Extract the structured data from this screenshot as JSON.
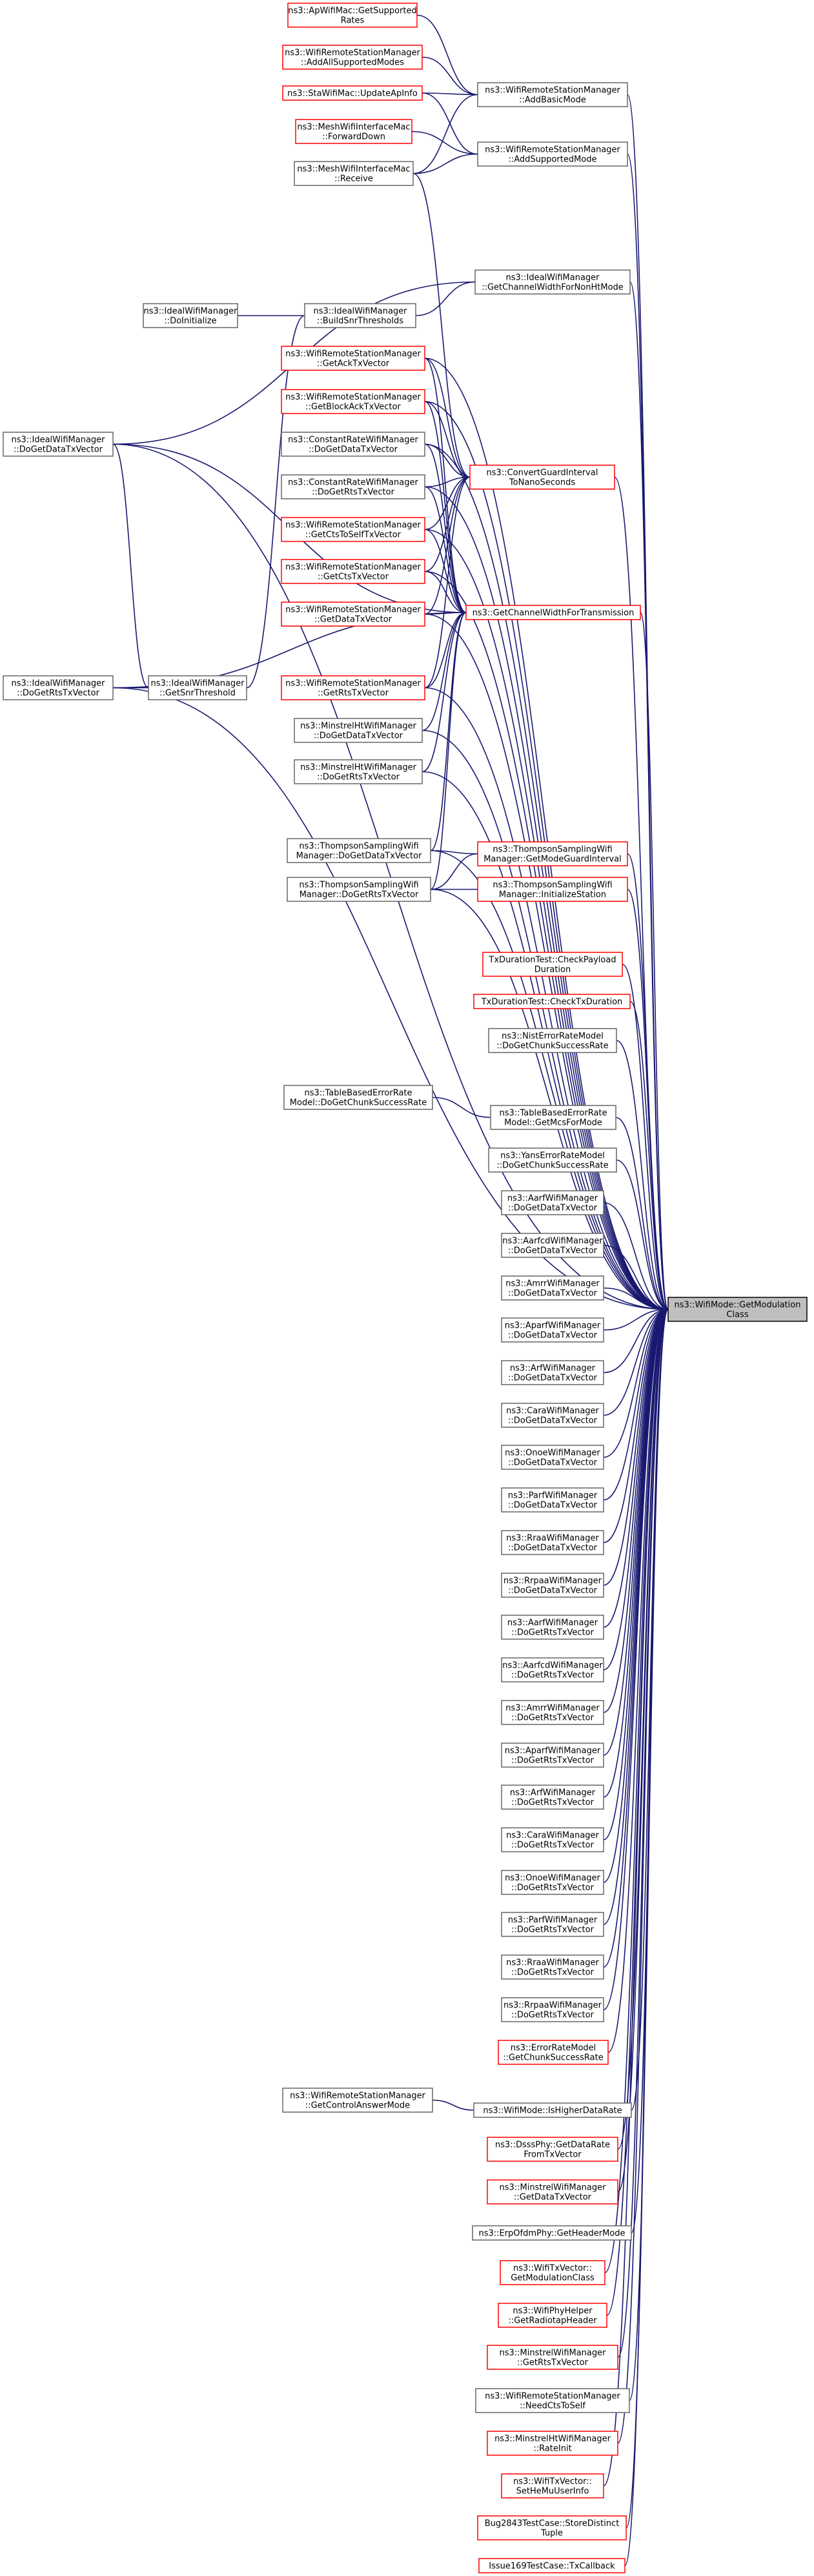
{
  "diagram": {
    "type": "call-graph",
    "target": "n_target",
    "colors": {
      "edge": "#191970",
      "normal_border": "#666666",
      "truncated_border": "#ff0000",
      "target_fill": "#bfbfbf"
    },
    "nodes": [
      {
        "id": "n_target",
        "lines": [
          "ns3::WifiMode::GetModulation",
          "Class"
        ],
        "style": "target"
      },
      {
        "id": "n1",
        "lines": [
          "ns3::ApWifiMac::GetSupported",
          "Rates"
        ],
        "style": "red"
      },
      {
        "id": "n2",
        "lines": [
          "ns3::WifiRemoteStationManager",
          "::AddAllSupportedModes"
        ],
        "style": "red"
      },
      {
        "id": "n3",
        "lines": [
          "ns3::StaWifiMac::UpdateApInfo"
        ],
        "style": "red"
      },
      {
        "id": "n4",
        "lines": [
          "ns3::MeshWifiInterfaceMac",
          "::ForwardDown"
        ],
        "style": "red"
      },
      {
        "id": "n5",
        "lines": [
          "ns3::MeshWifiInterfaceMac",
          "::Receive"
        ],
        "style": "normal"
      },
      {
        "id": "n6",
        "lines": [
          "ns3::WifiRemoteStationManager",
          "::AddBasicMode"
        ],
        "style": "normal"
      },
      {
        "id": "n7",
        "lines": [
          "ns3::WifiRemoteStationManager",
          "::AddSupportedMode"
        ],
        "style": "normal"
      },
      {
        "id": "n8",
        "lines": [
          "ns3::IdealWifiManager",
          "::GetChannelWidthForNonHtMode"
        ],
        "style": "normal"
      },
      {
        "id": "n9",
        "lines": [
          "ns3::IdealWifiManager",
          "::DoInitialize"
        ],
        "style": "normal"
      },
      {
        "id": "n10",
        "lines": [
          "ns3::IdealWifiManager",
          "::BuildSnrThresholds"
        ],
        "style": "normal"
      },
      {
        "id": "n11",
        "lines": [
          "ns3::WifiRemoteStationManager",
          "::GetAckTxVector"
        ],
        "style": "red"
      },
      {
        "id": "n12",
        "lines": [
          "ns3::WifiRemoteStationManager",
          "::GetBlockAckTxVector"
        ],
        "style": "red"
      },
      {
        "id": "n13",
        "lines": [
          "ns3::IdealWifiManager",
          "::DoGetDataTxVector"
        ],
        "style": "normal"
      },
      {
        "id": "n14",
        "lines": [
          "ns3::ConstantRateWifiManager",
          "::DoGetDataTxVector"
        ],
        "style": "normal"
      },
      {
        "id": "n15",
        "lines": [
          "ns3::ConvertGuardInterval",
          "ToNanoSeconds"
        ],
        "style": "red"
      },
      {
        "id": "n16",
        "lines": [
          "ns3::ConstantRateWifiManager",
          "::DoGetRtsTxVector"
        ],
        "style": "normal"
      },
      {
        "id": "n17",
        "lines": [
          "ns3::WifiRemoteStationManager",
          "::GetCtsToSelfTxVector"
        ],
        "style": "red"
      },
      {
        "id": "n18",
        "lines": [
          "ns3::WifiRemoteStationManager",
          "::GetCtsTxVector"
        ],
        "style": "red"
      },
      {
        "id": "n19",
        "lines": [
          "ns3::WifiRemoteStationManager",
          "::GetDataTxVector"
        ],
        "style": "red"
      },
      {
        "id": "n20",
        "lines": [
          "ns3::GetChannelWidthForTransmission"
        ],
        "style": "red"
      },
      {
        "id": "n21",
        "lines": [
          "ns3::IdealWifiManager",
          "::DoGetRtsTxVector"
        ],
        "style": "normal"
      },
      {
        "id": "n22",
        "lines": [
          "ns3::IdealWifiManager",
          "::GetSnrThreshold"
        ],
        "style": "normal"
      },
      {
        "id": "n23",
        "lines": [
          "ns3::WifiRemoteStationManager",
          "::GetRtsTxVector"
        ],
        "style": "red"
      },
      {
        "id": "n24",
        "lines": [
          "ns3::MinstrelHtWifiManager",
          "::DoGetDataTxVector"
        ],
        "style": "normal"
      },
      {
        "id": "n25",
        "lines": [
          "ns3::MinstrelHtWifiManager",
          "::DoGetRtsTxVector"
        ],
        "style": "normal"
      },
      {
        "id": "n26",
        "lines": [
          "ns3::ThompsonSamplingWifi",
          "Manager::DoGetDataTxVector"
        ],
        "style": "normal"
      },
      {
        "id": "n27",
        "lines": [
          "ns3::ThompsonSamplingWifi",
          "Manager::GetModeGuardInterval"
        ],
        "style": "red"
      },
      {
        "id": "n28",
        "lines": [
          "ns3::ThompsonSamplingWifi",
          "Manager::DoGetRtsTxVector"
        ],
        "style": "normal"
      },
      {
        "id": "n29",
        "lines": [
          "ns3::ThompsonSamplingWifi",
          "Manager::InitializeStation"
        ],
        "style": "red"
      },
      {
        "id": "n30",
        "lines": [
          "TxDurationTest::CheckPayload",
          "Duration"
        ],
        "style": "red"
      },
      {
        "id": "n31",
        "lines": [
          "TxDurationTest::CheckTxDuration"
        ],
        "style": "red"
      },
      {
        "id": "n32",
        "lines": [
          "ns3::NistErrorRateModel",
          "::DoGetChunkSuccessRate"
        ],
        "style": "normal"
      },
      {
        "id": "n33",
        "lines": [
          "ns3::TableBasedErrorRate",
          "Model::DoGetChunkSuccessRate"
        ],
        "style": "normal"
      },
      {
        "id": "n34",
        "lines": [
          "ns3::TableBasedErrorRate",
          "Model::GetMcsForMode"
        ],
        "style": "normal"
      },
      {
        "id": "n35",
        "lines": [
          "ns3::YansErrorRateModel",
          "::DoGetChunkSuccessRate"
        ],
        "style": "normal"
      },
      {
        "id": "n36",
        "lines": [
          "ns3::AarfWifiManager",
          "::DoGetDataTxVector"
        ],
        "style": "normal"
      },
      {
        "id": "n37",
        "lines": [
          "ns3::AarfcdWifiManager",
          "::DoGetDataTxVector"
        ],
        "style": "normal"
      },
      {
        "id": "n38",
        "lines": [
          "ns3::AmrrWifiManager",
          "::DoGetDataTxVector"
        ],
        "style": "normal"
      },
      {
        "id": "n39",
        "lines": [
          "ns3::AparfWifiManager",
          "::DoGetDataTxVector"
        ],
        "style": "normal"
      },
      {
        "id": "n40",
        "lines": [
          "ns3::ArfWifiManager",
          "::DoGetDataTxVector"
        ],
        "style": "normal"
      },
      {
        "id": "n41",
        "lines": [
          "ns3::CaraWifiManager",
          "::DoGetDataTxVector"
        ],
        "style": "normal"
      },
      {
        "id": "n42",
        "lines": [
          "ns3::OnoeWifiManager",
          "::DoGetDataTxVector"
        ],
        "style": "normal"
      },
      {
        "id": "n43",
        "lines": [
          "ns3::ParfWifiManager",
          "::DoGetDataTxVector"
        ],
        "style": "normal"
      },
      {
        "id": "n44",
        "lines": [
          "ns3::RraaWifiManager",
          "::DoGetDataTxVector"
        ],
        "style": "normal"
      },
      {
        "id": "n45",
        "lines": [
          "ns3::RrpaaWifiManager",
          "::DoGetDataTxVector"
        ],
        "style": "normal"
      },
      {
        "id": "n46",
        "lines": [
          "ns3::AarfWifiManager",
          "::DoGetRtsTxVector"
        ],
        "style": "normal"
      },
      {
        "id": "n47",
        "lines": [
          "ns3::AarfcdWifiManager",
          "::DoGetRtsTxVector"
        ],
        "style": "normal"
      },
      {
        "id": "n48",
        "lines": [
          "ns3::AmrrWifiManager",
          "::DoGetRtsTxVector"
        ],
        "style": "normal"
      },
      {
        "id": "n49",
        "lines": [
          "ns3::AparfWifiManager",
          "::DoGetRtsTxVector"
        ],
        "style": "normal"
      },
      {
        "id": "n50",
        "lines": [
          "ns3::ArfWifiManager",
          "::DoGetRtsTxVector"
        ],
        "style": "normal"
      },
      {
        "id": "n51",
        "lines": [
          "ns3::CaraWifiManager",
          "::DoGetRtsTxVector"
        ],
        "style": "normal"
      },
      {
        "id": "n52",
        "lines": [
          "ns3::OnoeWifiManager",
          "::DoGetRtsTxVector"
        ],
        "style": "normal"
      },
      {
        "id": "n53",
        "lines": [
          "ns3::ParfWifiManager",
          "::DoGetRtsTxVector"
        ],
        "style": "normal"
      },
      {
        "id": "n54",
        "lines": [
          "ns3::RraaWifiManager",
          "::DoGetRtsTxVector"
        ],
        "style": "normal"
      },
      {
        "id": "n55",
        "lines": [
          "ns3::RrpaaWifiManager",
          "::DoGetRtsTxVector"
        ],
        "style": "normal"
      },
      {
        "id": "n56",
        "lines": [
          "ns3::ErrorRateModel",
          "::GetChunkSuccessRate"
        ],
        "style": "red"
      },
      {
        "id": "n57",
        "lines": [
          "ns3::WifiRemoteStationManager",
          "::GetControlAnswerMode"
        ],
        "style": "normal"
      },
      {
        "id": "n58",
        "lines": [
          "ns3::WifiMode::IsHigherDataRate"
        ],
        "style": "normal"
      },
      {
        "id": "n59",
        "lines": [
          "ns3::DsssPhy::GetDataRate",
          "FromTxVector"
        ],
        "style": "red"
      },
      {
        "id": "n60",
        "lines": [
          "ns3::MinstrelWifiManager",
          "::GetDataTxVector"
        ],
        "style": "red"
      },
      {
        "id": "n61",
        "lines": [
          "ns3::ErpOfdmPhy::GetHeaderMode"
        ],
        "style": "normal"
      },
      {
        "id": "n62",
        "lines": [
          "ns3::WifiTxVector::",
          "GetModulationClass"
        ],
        "style": "red"
      },
      {
        "id": "n63",
        "lines": [
          "ns3::WifiPhyHelper",
          "::GetRadiotapHeader"
        ],
        "style": "red"
      },
      {
        "id": "n64",
        "lines": [
          "ns3::MinstrelWifiManager",
          "::GetRtsTxVector"
        ],
        "style": "red"
      },
      {
        "id": "n65",
        "lines": [
          "ns3::WifiRemoteStationManager",
          "::NeedCtsToSelf"
        ],
        "style": "normal"
      },
      {
        "id": "n66",
        "lines": [
          "ns3::MinstrelHtWifiManager",
          "::RateInit"
        ],
        "style": "red"
      },
      {
        "id": "n67",
        "lines": [
          "ns3::WifiTxVector::",
          "SetHeMuUserInfo"
        ],
        "style": "red"
      },
      {
        "id": "n68",
        "lines": [
          "Bug2843TestCase::StoreDistinct",
          "Tuple"
        ],
        "style": "red"
      },
      {
        "id": "n69",
        "lines": [
          "Issue169TestCase::TxCallback"
        ],
        "style": "red"
      }
    ],
    "edges": [
      [
        "n1",
        "n6"
      ],
      [
        "n2",
        "n6"
      ],
      [
        "n3",
        "n6"
      ],
      [
        "n3",
        "n7"
      ],
      [
        "n4",
        "n7"
      ],
      [
        "n5",
        "n6"
      ],
      [
        "n5",
        "n7"
      ],
      [
        "n5",
        "n15"
      ],
      [
        "n6",
        "n_target"
      ],
      [
        "n7",
        "n_target"
      ],
      [
        "n8",
        "n_target"
      ],
      [
        "n13",
        "n8"
      ],
      [
        "n9",
        "n10"
      ],
      [
        "n10",
        "n8"
      ],
      [
        "n22",
        "n10"
      ],
      [
        "n13",
        "n_target"
      ],
      [
        "n21",
        "n_target"
      ],
      [
        "n13",
        "n22"
      ],
      [
        "n21",
        "n22"
      ],
      [
        "n13",
        "n20"
      ],
      [
        "n21",
        "n20"
      ],
      [
        "n11",
        "n15"
      ],
      [
        "n12",
        "n15"
      ],
      [
        "n14",
        "n15"
      ],
      [
        "n16",
        "n15"
      ],
      [
        "n17",
        "n15"
      ],
      [
        "n18",
        "n15"
      ],
      [
        "n19",
        "n15"
      ],
      [
        "n23",
        "n15"
      ],
      [
        "n11",
        "n20"
      ],
      [
        "n12",
        "n20"
      ],
      [
        "n14",
        "n20"
      ],
      [
        "n16",
        "n20"
      ],
      [
        "n17",
        "n20"
      ],
      [
        "n18",
        "n20"
      ],
      [
        "n19",
        "n20"
      ],
      [
        "n23",
        "n20"
      ],
      [
        "n24",
        "n20"
      ],
      [
        "n25",
        "n20"
      ],
      [
        "n26",
        "n20"
      ],
      [
        "n28",
        "n20"
      ],
      [
        "n26",
        "n27"
      ],
      [
        "n28",
        "n27"
      ],
      [
        "n28",
        "n29"
      ],
      [
        "n11",
        "n_target"
      ],
      [
        "n12",
        "n_target"
      ],
      [
        "n14",
        "n_target"
      ],
      [
        "n15",
        "n_target"
      ],
      [
        "n16",
        "n_target"
      ],
      [
        "n17",
        "n_target"
      ],
      [
        "n18",
        "n_target"
      ],
      [
        "n19",
        "n_target"
      ],
      [
        "n20",
        "n_target"
      ],
      [
        "n23",
        "n_target"
      ],
      [
        "n24",
        "n_target"
      ],
      [
        "n25",
        "n_target"
      ],
      [
        "n26",
        "n_target"
      ],
      [
        "n27",
        "n_target"
      ],
      [
        "n28",
        "n_target"
      ],
      [
        "n29",
        "n_target"
      ],
      [
        "n30",
        "n_target"
      ],
      [
        "n31",
        "n_target"
      ],
      [
        "n32",
        "n_target"
      ],
      [
        "n33",
        "n34"
      ],
      [
        "n34",
        "n_target"
      ],
      [
        "n35",
        "n_target"
      ],
      [
        "n36",
        "n_target"
      ],
      [
        "n37",
        "n_target"
      ],
      [
        "n38",
        "n_target"
      ],
      [
        "n39",
        "n_target"
      ],
      [
        "n40",
        "n_target"
      ],
      [
        "n41",
        "n_target"
      ],
      [
        "n42",
        "n_target"
      ],
      [
        "n43",
        "n_target"
      ],
      [
        "n44",
        "n_target"
      ],
      [
        "n45",
        "n_target"
      ],
      [
        "n46",
        "n_target"
      ],
      [
        "n47",
        "n_target"
      ],
      [
        "n48",
        "n_target"
      ],
      [
        "n49",
        "n_target"
      ],
      [
        "n50",
        "n_target"
      ],
      [
        "n51",
        "n_target"
      ],
      [
        "n52",
        "n_target"
      ],
      [
        "n53",
        "n_target"
      ],
      [
        "n54",
        "n_target"
      ],
      [
        "n55",
        "n_target"
      ],
      [
        "n56",
        "n_target"
      ],
      [
        "n57",
        "n58"
      ],
      [
        "n58",
        "n_target"
      ],
      [
        "n59",
        "n_target"
      ],
      [
        "n60",
        "n_target"
      ],
      [
        "n61",
        "n_target"
      ],
      [
        "n62",
        "n_target"
      ],
      [
        "n63",
        "n_target"
      ],
      [
        "n64",
        "n_target"
      ],
      [
        "n65",
        "n_target"
      ],
      [
        "n66",
        "n_target"
      ],
      [
        "n67",
        "n_target"
      ],
      [
        "n68",
        "n_target"
      ],
      [
        "n69",
        "n_target"
      ]
    ]
  }
}
